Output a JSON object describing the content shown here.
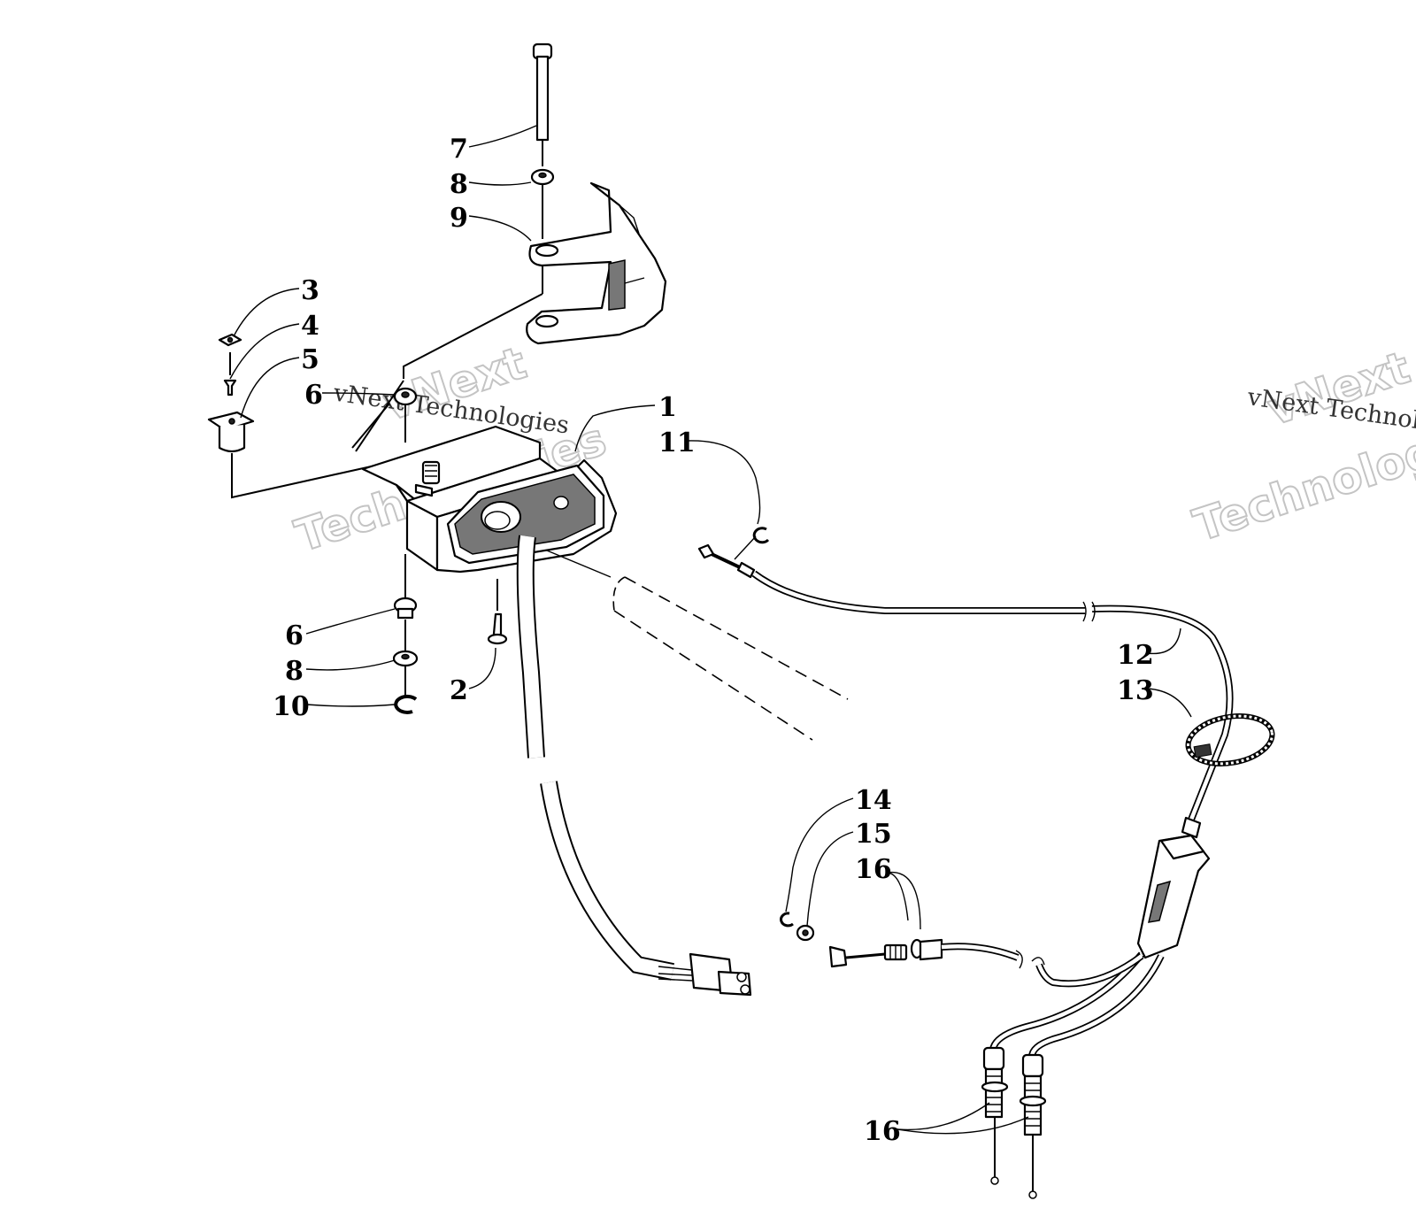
{
  "callouts": {
    "c7": "7",
    "c8a": "8",
    "c9": "9",
    "c3": "3",
    "c4": "4",
    "c5": "5",
    "c6a": "6",
    "c1": "1",
    "c11": "11",
    "c6b": "6",
    "c8b": "8",
    "c10": "10",
    "c2": "2",
    "c12": "12",
    "c13": "13",
    "c14": "14",
    "c15": "15",
    "c16a": "16",
    "c16b": "16"
  },
  "watermarks": {
    "big_word_1": "vNext",
    "big_word_2": "Technologies",
    "small_text": "vNext Technologies",
    "big_word_3": "vNext",
    "big_word_4": "Technologies",
    "small_text_2": "vNext Technologies"
  }
}
